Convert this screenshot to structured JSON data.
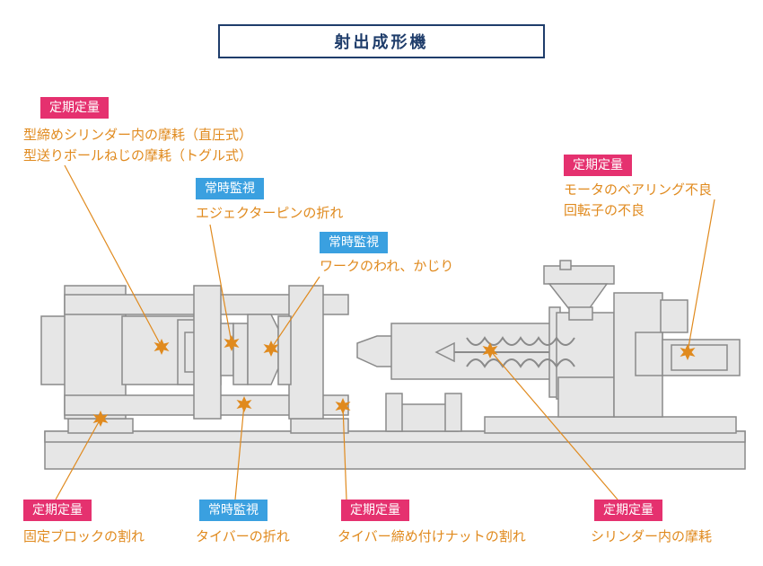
{
  "title": "射出成形機",
  "badges": {
    "periodic": "定期定量",
    "constant": "常時監視"
  },
  "callouts": {
    "die_cylinder": [
      "型締めシリンダー内の摩耗（直圧式）",
      "型送りボールねじの摩耗（トグル式）"
    ],
    "ejector_pin": "エジェクターピンの折れ",
    "work": "ワークのわれ、かじり",
    "motor": [
      "モータのベアリング不良",
      "回転子の不良"
    ],
    "fixed_block": "固定ブロックの割れ",
    "tie_bar": "タイバーの折れ",
    "tie_bar_nut": "タイバー締め付けナットの割れ",
    "cylinder_wear": "シリンダー内の摩耗"
  },
  "colors": {
    "periodic": "#e5316f",
    "constant": "#3aa0e0",
    "note_text": "#e08a1e",
    "title": "#1f3d6b",
    "machine_fill": "#e6e6e6",
    "machine_stroke": "#8a8a8a",
    "burst": "#e08a1e"
  }
}
